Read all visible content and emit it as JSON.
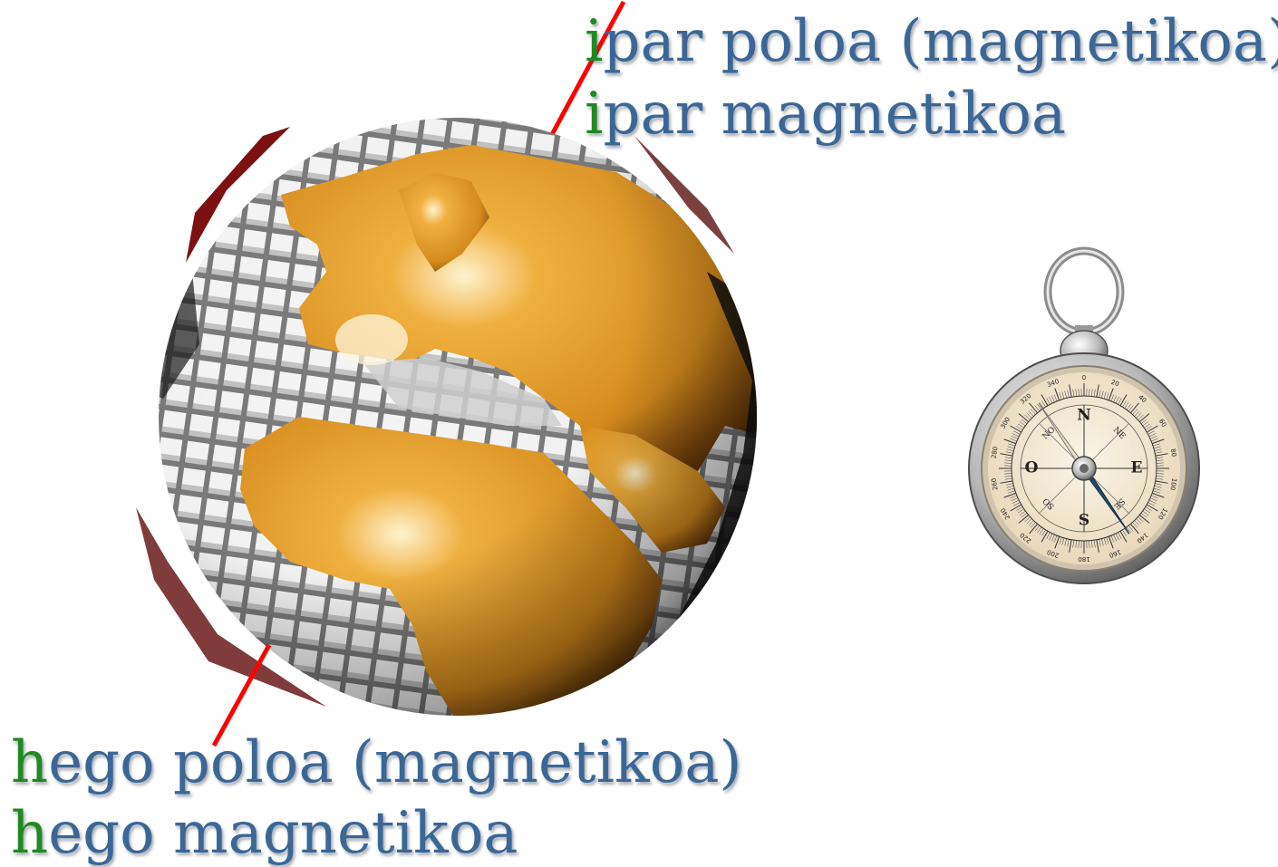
{
  "north_pole": {
    "line1": {
      "first_letter": "i",
      "rest": "par poloa (magnetikoa)"
    },
    "line2": {
      "first_letter": "i",
      "rest": "par magnetikoa"
    }
  },
  "south_pole": {
    "line1": {
      "first_letter": "h",
      "rest": "ego poloa (magnetikoa)"
    },
    "line2": {
      "first_letter": "h",
      "rest": "ego magnetikoa"
    }
  },
  "compass": {
    "cardinal_letters": [
      "N",
      "E",
      "S",
      "O"
    ],
    "intercardinal_letters": [
      "NE",
      "SE",
      "SO",
      "NO"
    ],
    "degree_labels": [
      "0",
      "20",
      "40",
      "60",
      "80",
      "100",
      "120",
      "140",
      "160",
      "180",
      "200",
      "220",
      "240",
      "260",
      "280",
      "300",
      "320",
      "340"
    ]
  },
  "colors": {
    "label_text": "#3b6796",
    "first_letter": "#1f8a1f",
    "axis_line": "#ff0000",
    "continent": "#e39a2b"
  },
  "icons": [
    "globe-icon",
    "compass-icon"
  ]
}
